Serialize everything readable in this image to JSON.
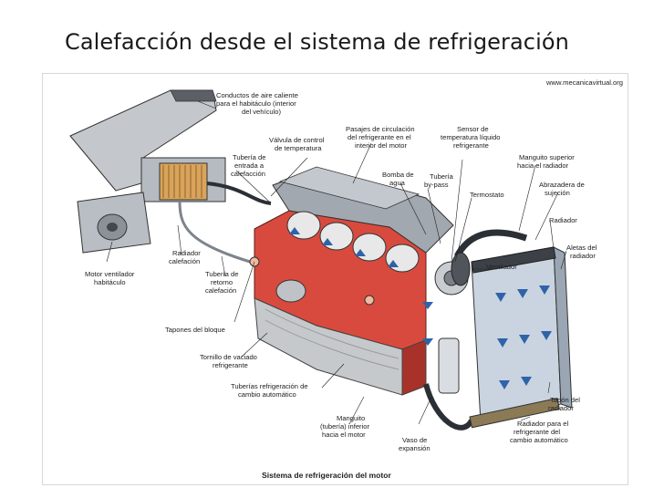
{
  "title": "Calefacción desde el sistema de refrigeración",
  "watermark": "www.mecanicavirtual.org",
  "caption": "Sistema de refrigeración del motor",
  "labels": {
    "conductos": [
      "Conductos de aire caliente",
      "para el habitáculo (interior",
      "del vehículo)"
    ],
    "valvula": [
      "Válvula de control",
      "de temperatura"
    ],
    "pasajes": [
      "Pasajes de circulación",
      "del refrigerante en el",
      "interior del motor"
    ],
    "sensor": [
      "Sensor de",
      "temperatura líquido",
      "refrigerante"
    ],
    "manguito_superior": [
      "Manguito superior",
      "hacia el radiador"
    ],
    "abrazadera": [
      "Abrazadera de",
      "sujeción"
    ],
    "tuberia_entrada": [
      "Tubería de",
      "entrada a",
      "calefacción"
    ],
    "bomba": [
      "Bomba de",
      "agua"
    ],
    "bypass": [
      "Tubería",
      "by-pass"
    ],
    "termostato": [
      "Termostato"
    ],
    "radiador": [
      "Radiador"
    ],
    "aletas": [
      "Aletas del",
      "radiador"
    ],
    "ventilador": [
      "Ventilador"
    ],
    "motor_ventilador": [
      "Motor ventilador",
      "habitáculo"
    ],
    "radiador_calefaccion": [
      "Radiador",
      "calefación"
    ],
    "tuberia_retorno": [
      "Tubería de",
      "retorno",
      "calefación"
    ],
    "tapones": [
      "Tapones del bloque"
    ],
    "tornillo": [
      "Tornillo de vaciado",
      "refrigerante"
    ],
    "tuberias_refrig": [
      "Tuberías refrigeración de",
      "cambio automático"
    ],
    "manguito_inferior": [
      "Manguito",
      "(tubería) inferior",
      "hacia el motor"
    ],
    "vaso": [
      "Vaso de",
      "expansión"
    ],
    "tapon_radiador": [
      "Tapón del",
      "radiador"
    ],
    "radiador_cambio": [
      "Radiador para el",
      "refrigerante del",
      "cambio automático"
    ]
  },
  "colors": {
    "engine_block": "#d94a3e",
    "engine_shadow": "#a8322a",
    "head": "#9aa0a8",
    "radiator": "#c9d4e0",
    "coolant": "#2f63a8",
    "hose": "#2b2f36"
  }
}
